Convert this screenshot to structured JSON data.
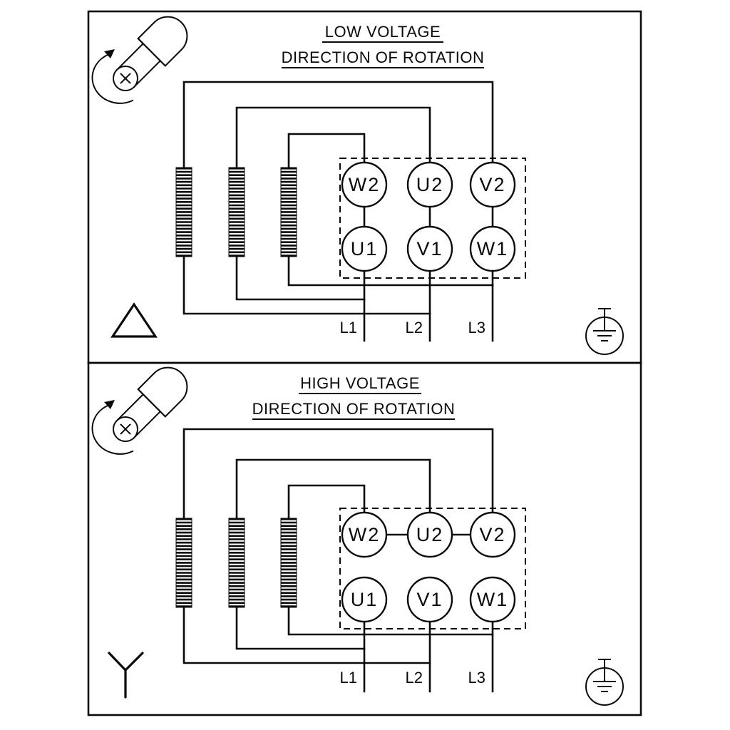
{
  "colors": {
    "line": "#0a0a0a",
    "background": "#ffffff"
  },
  "panels": [
    {
      "id": "low-voltage",
      "title": "LOW VOLTAGE",
      "subtitle": "DIRECTION OF ROTATION",
      "connection": "delta",
      "terminals_top": [
        "W2",
        "U2",
        "V2"
      ],
      "terminals_bottom": [
        "U1",
        "V1",
        "W1"
      ],
      "lines": [
        "L1",
        "L2",
        "L3"
      ],
      "icons": [
        "rotation-direction-icon",
        "delta-symbol-icon",
        "earth-ground-icon"
      ]
    },
    {
      "id": "high-voltage",
      "title": "HIGH VOLTAGE",
      "subtitle": "DIRECTION OF ROTATION",
      "connection": "star",
      "terminals_top": [
        "W2",
        "U2",
        "V2"
      ],
      "terminals_bottom": [
        "U1",
        "V1",
        "W1"
      ],
      "lines": [
        "L1",
        "L2",
        "L3"
      ],
      "icons": [
        "rotation-direction-icon",
        "star-symbol-icon",
        "earth-ground-icon"
      ]
    }
  ]
}
